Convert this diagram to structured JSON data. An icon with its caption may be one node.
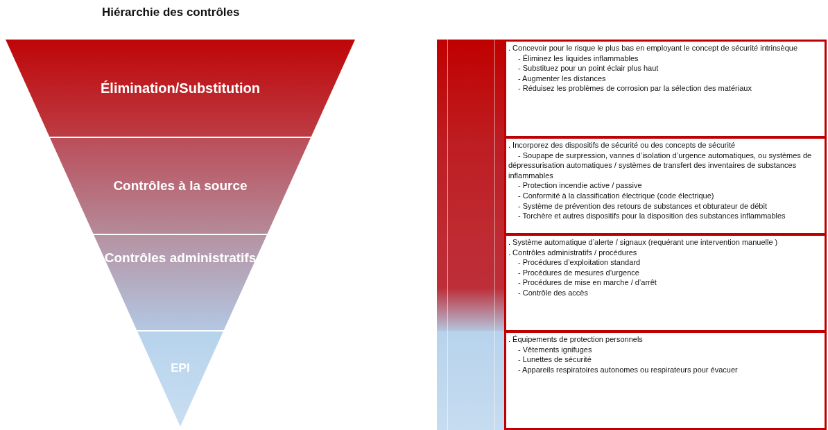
{
  "diagram": {
    "title": "Hiérarchie des contrôles",
    "nodes": [
      {
        "text": [
          "Élimination/Substitution"
        ]
      },
      {
        "text": [
          "Contrôles à la source"
        ]
      },
      {
        "text": [
          "Contrôles administratifs"
        ]
      },
      {
        "text": [
          "EPI"
        ]
      },
      {
        "text": [
          ". Concevoir pour le risque le plus bas en employant le concept de sécurité intrinsèque",
          "- Éliminez les liquides inflammables",
          "- Substituez pour un point éclair plus haut",
          "- Augmenter les distances",
          "- Réduisez les problèmes de corrosion par la sélection des matériaux"
        ]
      },
      {
        "text": [
          ". Incorporez des dispositifs de sécurité ou des concepts de sécurité",
          "- Soupape de surpression, vannes d’isolation d’urgence automatiques, ou systèmes de dépressurisation automatiques / systèmes de transfert des inventaires de substances inflammables",
          "- Protection incendie active / passive",
          "- Conformité à la classification électrique (code électrique)",
          "- Système de prévention des retours de substances et obturateur de débit",
          "- Torchère et autres dispositifs pour la disposition des substances inflammables"
        ]
      },
      {
        "text": [
          ". Système automatique d’alerte / signaux (requérant une intervention manuelle )",
          ". Contrôles administratifs / procédures",
          "- Procédures d’exploitation standard",
          "- Procédures de mesures d’urgence",
          "- Procédures de mise en marche / d’arrêt",
          "- Contrôle des accès"
        ]
      },
      {
        "text": [
          ". Équipements de protection personnels",
          "- Vêtements ignifuges",
          "- Lunettes de sécurité",
          "- Appareils respiratoires autonomes ou respirateurs pour évacuer"
        ]
      }
    ]
  }
}
